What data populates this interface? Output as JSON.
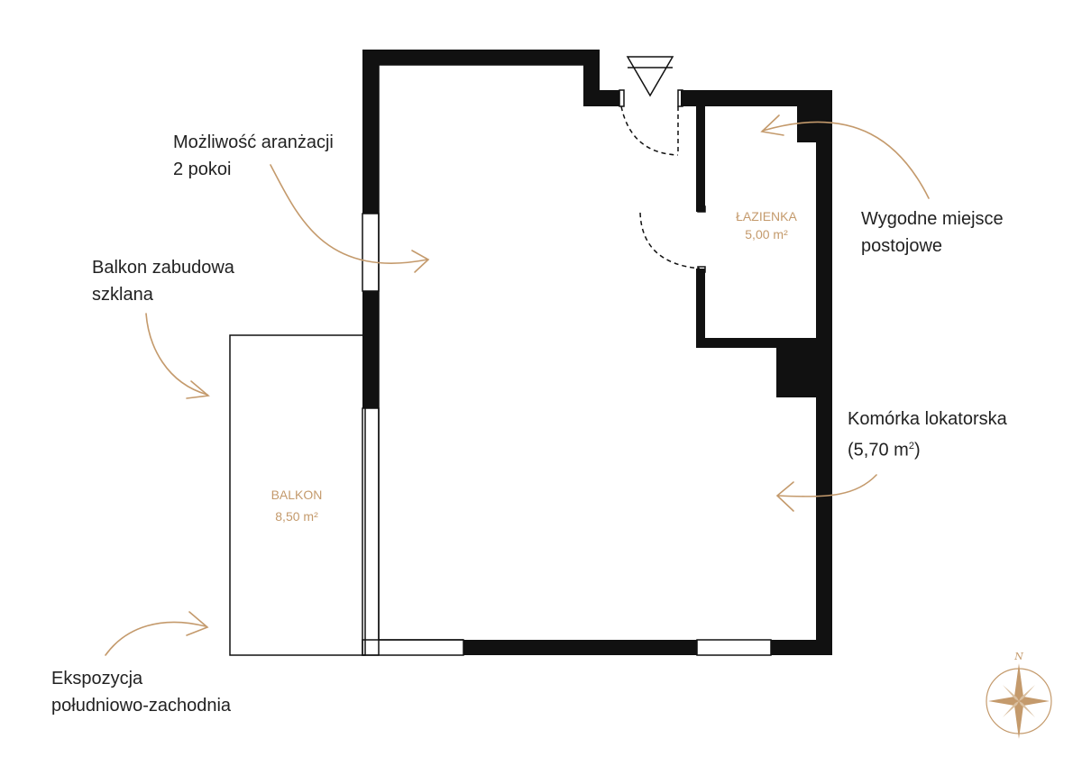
{
  "annotations": {
    "two_rooms": {
      "line1": "Możliwość aranżacji",
      "line2": "2 pokoi"
    },
    "glazed_balcony": {
      "line1": "Balkon zabudowa",
      "line2": "szklana"
    },
    "exposure": {
      "line1": "Ekspozycja",
      "line2": "południowo-zachodnia"
    },
    "parking": {
      "line1": "Wygodne miejsce",
      "line2": "postojowe"
    },
    "storage": {
      "line1": "Komórka lokatorska",
      "line2_pre": "(5,70 m",
      "line2_sup": "2",
      "line2_post": ")"
    }
  },
  "rooms": {
    "bathroom": {
      "name": "ŁAZIENKA",
      "area": "5,00 m²"
    },
    "balcony": {
      "name": "BALKON",
      "area": "8,50 m²"
    }
  },
  "compass": {
    "north_label": "N"
  },
  "colors": {
    "wall": "#111111",
    "accent": "#C49A6C",
    "text": "#222222",
    "background": "#ffffff"
  }
}
